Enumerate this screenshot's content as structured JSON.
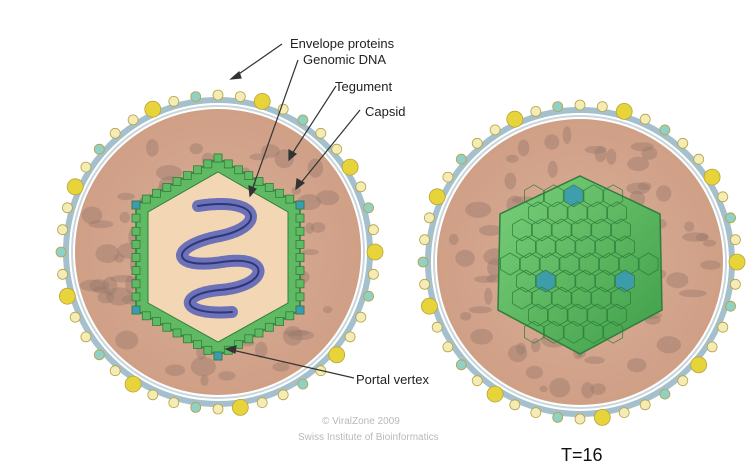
{
  "labels": {
    "envelope_proteins": "Envelope proteins",
    "genomic_dna": "Genomic DNA",
    "tegument": "Tegument",
    "capsid": "Capsid",
    "portal_vertex": "Portal vertex",
    "triangulation": "T=16"
  },
  "watermark": {
    "line1": "© ViralZone 2009",
    "line2": "Swiss Institute of Bioinformatics"
  },
  "colors": {
    "tegument": "#d6a88f",
    "tegument_mottle": "#9a7a6c",
    "membrane": "#8fb0c0",
    "capsid_green": "#5fba63",
    "capsid_dark": "#2f7d3a",
    "penton_blue": "#3a9bb2",
    "glycoprotein_yellow": "#e6d43a",
    "glycoprotein_pale": "#f3ecb8",
    "glycoprotein_teal": "#8fd0c8",
    "dna_blue": "#5e67b8",
    "interior": "#f3d7b4"
  },
  "icons": [
    "virion-cross-section",
    "virion-capsid-view",
    "dna-helix",
    "icosahedral-capsid"
  ]
}
